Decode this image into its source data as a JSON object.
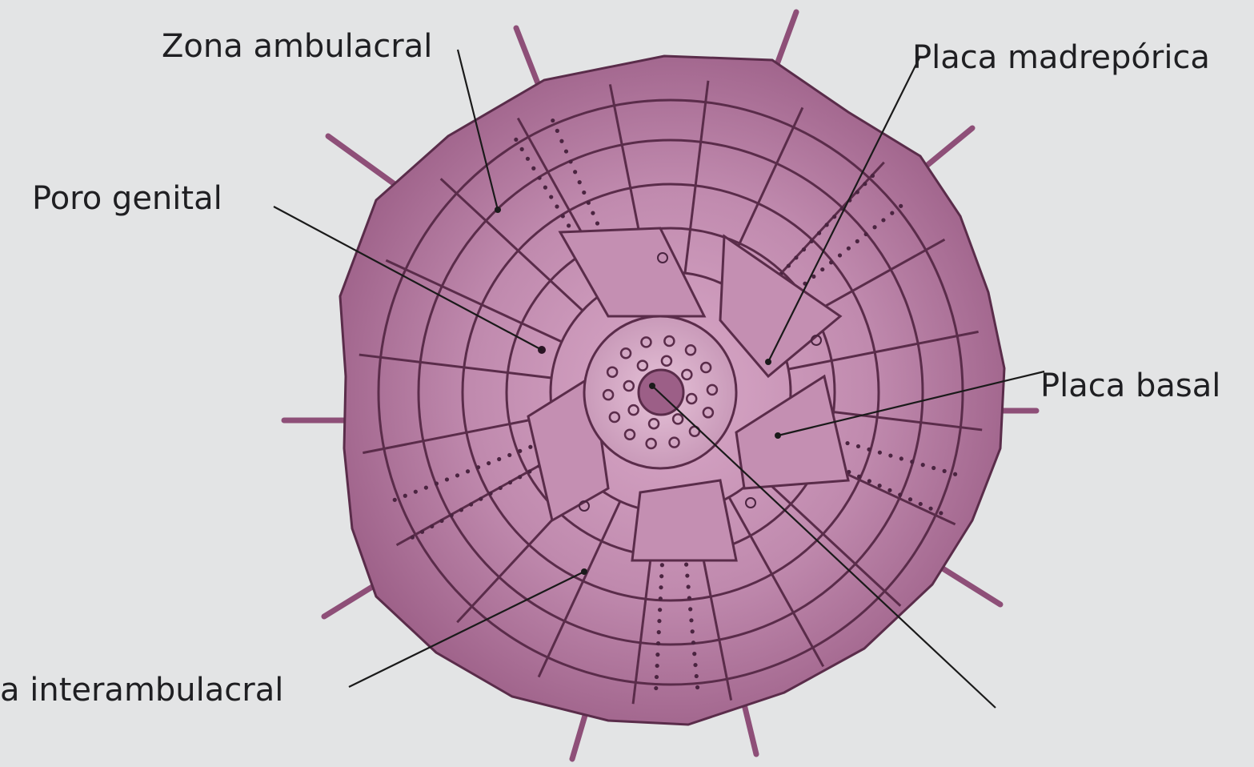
{
  "diagram": {
    "labels": {
      "zona_ambulacral": "Zona ambulacral",
      "placa_madreporica": "Placa madrepórica",
      "poro_genital": "Poro genital",
      "placa_basal": "Placa basal",
      "zona_interambulacral": "a interambulacral"
    },
    "colors": {
      "background": "#e3e4e5",
      "body_fill": "#b87aa5",
      "plate_line": "#5a2c4a",
      "spine": "#8e4f78",
      "dot": "#4a2440",
      "leader": "#1a1a1a"
    }
  }
}
